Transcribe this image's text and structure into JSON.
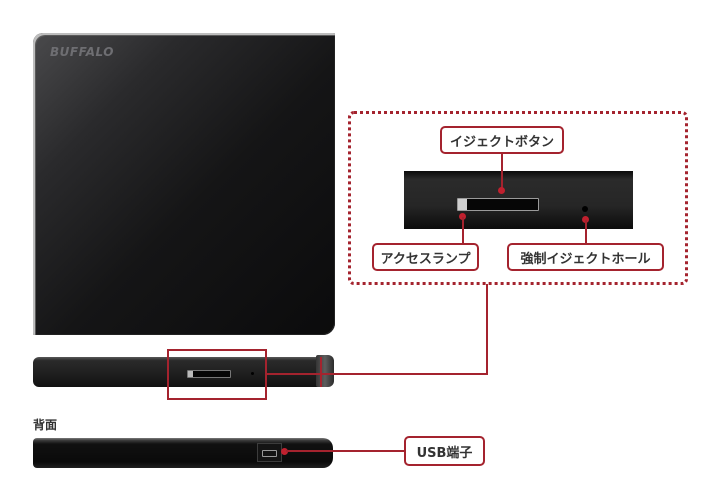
{
  "product": {
    "brand_logo": "BUFFALO"
  },
  "callouts": {
    "eject_button": "イジェクトボタン",
    "access_lamp": "アクセスランプ",
    "force_eject_hole": "強制イジェクトホール",
    "usb_port": "USB端子"
  },
  "sections": {
    "back_title": "背面"
  },
  "colors": {
    "accent": "#a4232e",
    "dot": "#c0202e",
    "device": "#111111"
  }
}
